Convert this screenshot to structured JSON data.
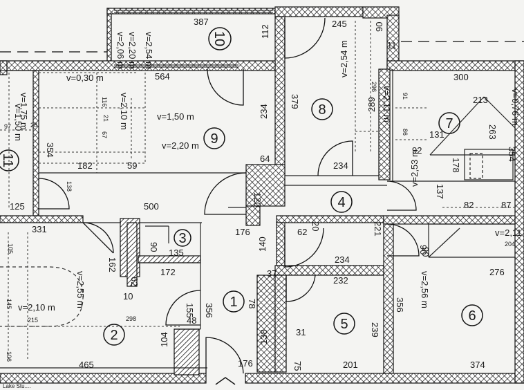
{
  "plan": {
    "rooms": [
      {
        "id": "1",
        "num": "1"
      },
      {
        "id": "2",
        "num": "2"
      },
      {
        "id": "3",
        "num": "3"
      },
      {
        "id": "4",
        "num": "4"
      },
      {
        "id": "5",
        "num": "5"
      },
      {
        "id": "6",
        "num": "6"
      },
      {
        "id": "7",
        "num": "7"
      },
      {
        "id": "8",
        "num": "8"
      },
      {
        "id": "9",
        "num": "9"
      },
      {
        "id": "10",
        "num": "10"
      },
      {
        "id": "11",
        "num": "11"
      }
    ],
    "labels": [
      "387",
      "245",
      "112",
      "90",
      "11",
      "v=2,54 m",
      "v=2,20 m",
      "v=2,06 m",
      "v=2,54 m",
      "296",
      "v=2,11 m",
      "300",
      "v=0,76 m",
      "v=0,30 m",
      "116",
      "v=2,10 m",
      "564",
      "379",
      "234",
      "289",
      "213",
      "263",
      "v=1,75 m",
      "v=1,50 m",
      "97",
      "28",
      "21",
      "67",
      "v=1,50 m",
      "91",
      "86",
      "131",
      "354",
      "v=2,20 m",
      "92",
      "178",
      "354",
      "182",
      "59",
      "64",
      "234",
      "137",
      "138",
      "120",
      "v=2,53 m",
      "82",
      "87",
      "125",
      "500",
      "331",
      "176",
      "62",
      "20",
      "221",
      "90",
      "v=2,11 m",
      "204",
      "105",
      "90",
      "135",
      "140",
      "234",
      "90",
      "v=2,56 m",
      "276",
      "v=2,55 m",
      "162",
      "172",
      "37",
      "232",
      "145",
      "62",
      "155",
      "356",
      "78",
      "356",
      "239",
      "v=2,10 m",
      "215",
      "10",
      "298",
      "48",
      "31",
      "104",
      "138",
      "106",
      "465",
      "176",
      "75",
      "201",
      "374"
    ],
    "footer_text": "Lake  Stu...."
  }
}
